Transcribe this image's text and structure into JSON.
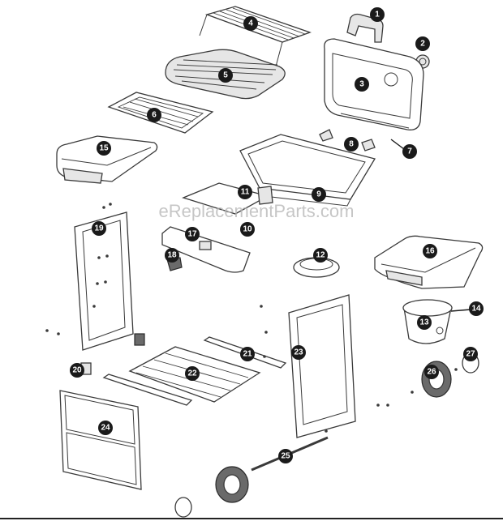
{
  "watermark": "eReplacementParts.com",
  "callouts": [
    {
      "id": "1",
      "label": "1"
    },
    {
      "id": "2",
      "label": "2"
    },
    {
      "id": "3",
      "label": "3"
    },
    {
      "id": "4",
      "label": "4"
    },
    {
      "id": "5",
      "label": "5"
    },
    {
      "id": "6",
      "label": "6"
    },
    {
      "id": "7",
      "label": "7"
    },
    {
      "id": "8",
      "label": "8"
    },
    {
      "id": "9",
      "label": "9"
    },
    {
      "id": "10",
      "label": "10"
    },
    {
      "id": "11",
      "label": "11"
    },
    {
      "id": "12",
      "label": "12"
    },
    {
      "id": "13",
      "label": "13"
    },
    {
      "id": "14",
      "label": "14"
    },
    {
      "id": "15",
      "label": "15"
    },
    {
      "id": "16",
      "label": "16"
    },
    {
      "id": "17",
      "label": "17"
    },
    {
      "id": "18",
      "label": "18"
    },
    {
      "id": "19",
      "label": "19"
    },
    {
      "id": "20",
      "label": "20"
    },
    {
      "id": "21",
      "label": "21"
    },
    {
      "id": "22",
      "label": "22"
    },
    {
      "id": "23",
      "label": "23"
    },
    {
      "id": "24",
      "label": "24"
    },
    {
      "id": "25",
      "label": "25"
    },
    {
      "id": "26",
      "label": "26"
    },
    {
      "id": "27",
      "label": "27"
    }
  ]
}
